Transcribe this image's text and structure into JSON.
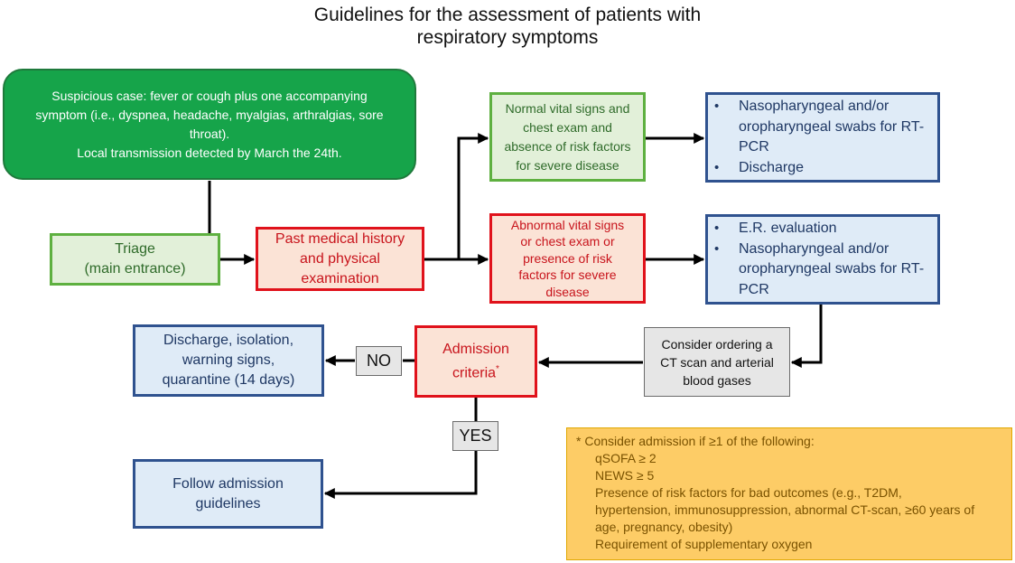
{
  "title": {
    "line1": "Guidelines for the assessment of patients with",
    "line2": "respiratory symptoms"
  },
  "nodes": {
    "suspicious": {
      "lines": [
        "Suspicious case: fever or cough plus one accompanying",
        "symptom (i.e., dyspnea, headache, myalgias, arthralgias, sore",
        "throat).",
        "Local transmission detected by March the 24th."
      ]
    },
    "triage": {
      "lines": [
        "Triage",
        "(main entrance)"
      ]
    },
    "history": {
      "lines": [
        "Past medical history",
        "and physical",
        "examination"
      ]
    },
    "normal": {
      "lines": [
        "Normal vital signs and",
        "chest exam and",
        "absence of risk factors",
        "for severe disease"
      ]
    },
    "abnormal": {
      "lines": [
        "Abnormal vital signs",
        "or chest exam or",
        "presence of risk",
        "factors for severe",
        "disease"
      ]
    },
    "swab_discharge": {
      "items": [
        "Nasopharyngeal and/or oropharyngeal swabs for RT-PCR",
        "Discharge"
      ]
    },
    "er_eval": {
      "items": [
        "E.R. evaluation",
        "Nasopharyngeal and/or oropharyngeal swabs for RT-PCR"
      ]
    },
    "ct_scan": {
      "lines": [
        "Consider ordering a",
        "CT scan and arterial",
        "blood gases"
      ]
    },
    "admission": {
      "line1": "Admission",
      "line2": "criteria",
      "sup": "*"
    },
    "discharge_iso": {
      "lines": [
        "Discharge, isolation,",
        "warning signs,",
        "quarantine (14 days)"
      ]
    },
    "follow": {
      "lines": [
        "Follow admission",
        "guidelines"
      ]
    }
  },
  "labels": {
    "no": "NO",
    "yes": "YES"
  },
  "note": {
    "header": "* Consider admission if ≥1 of the following:",
    "items": [
      "qSOFA ≥ 2",
      "NEWS ≥ 5",
      "Presence of risk factors for bad outcomes (e.g., T2DM,",
      "hypertension, immunosuppression, abnormal CT-scan, ≥60 years of",
      "age, pregnancy, obesity)",
      "Requirement of supplementary oxygen"
    ]
  }
}
